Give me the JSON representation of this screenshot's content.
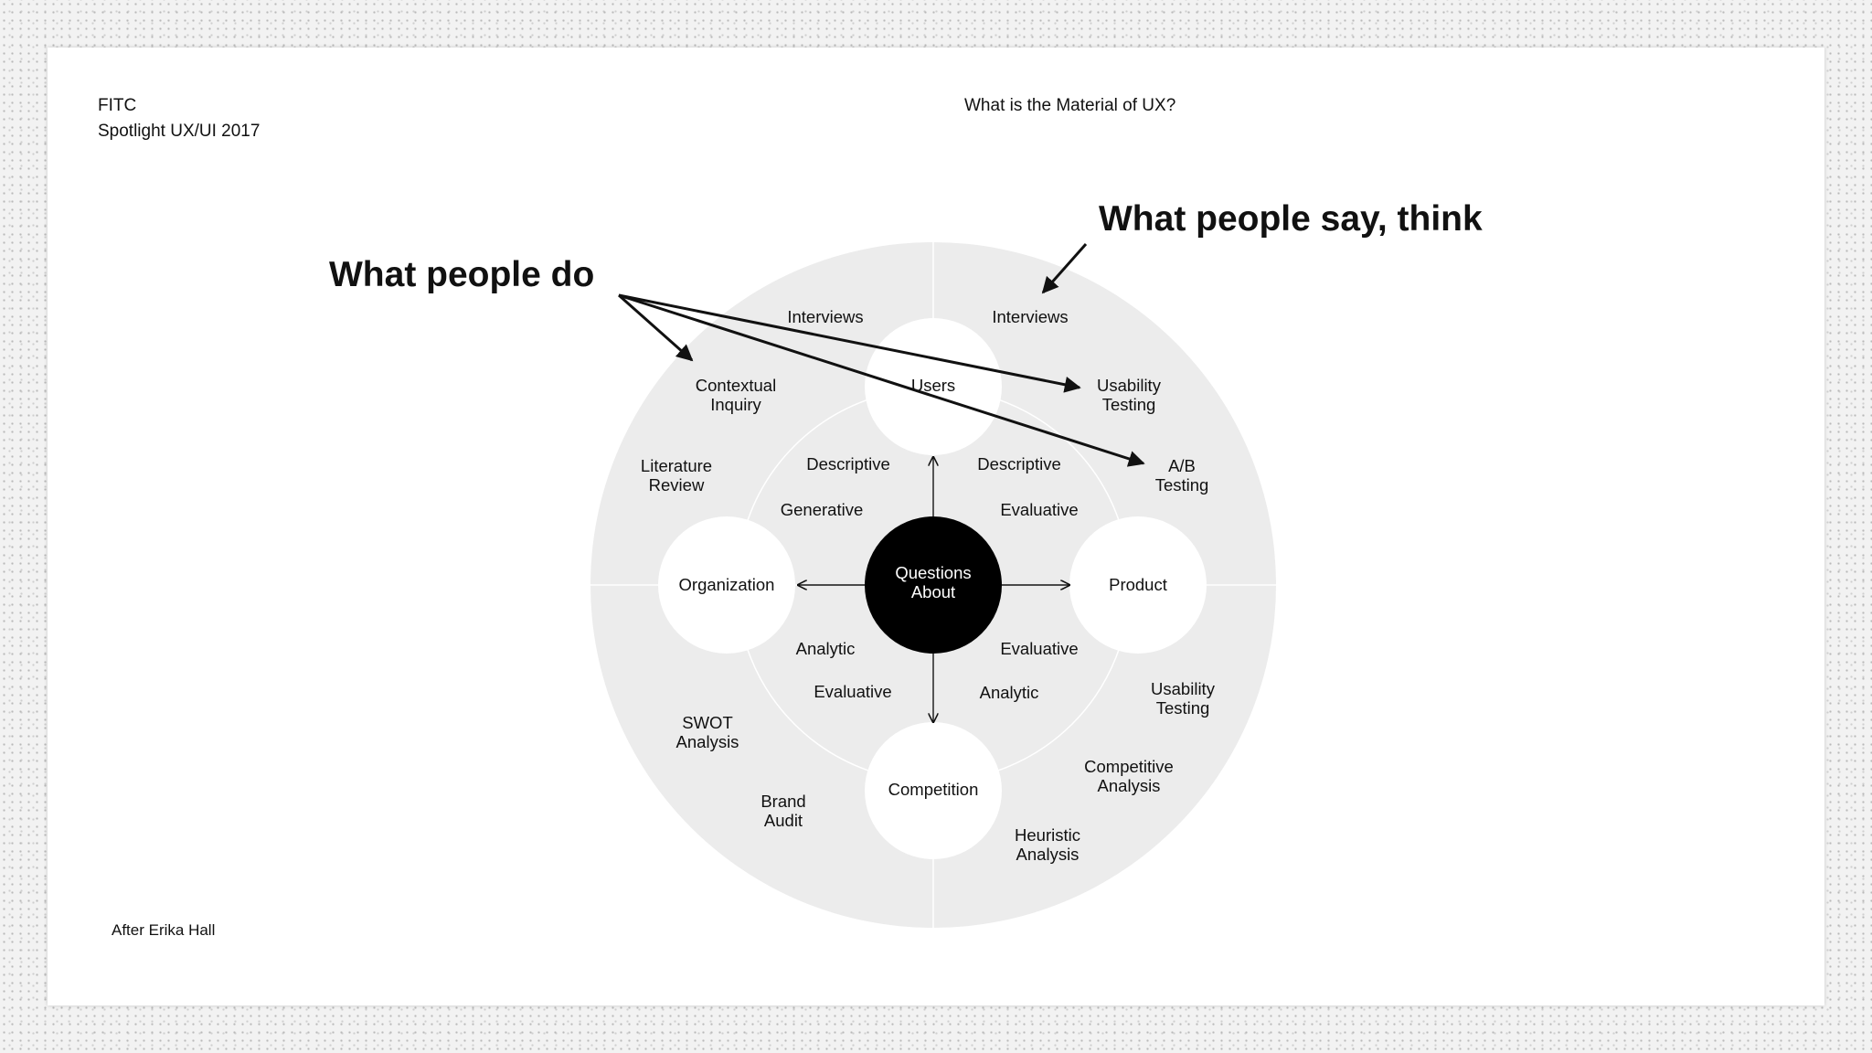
{
  "header": {
    "org": "FITC",
    "event": "Spotlight UX/UI 2017",
    "slide_title": "What is the Material of UX?"
  },
  "footer": {
    "credit": "After Erika Hall"
  },
  "callouts": {
    "do": "What people do",
    "say_think": "What people say, think"
  },
  "diagram": {
    "center": {
      "line1": "Questions",
      "line2": "About"
    },
    "nodes": {
      "users": "Users",
      "organization": "Organization",
      "product": "Product",
      "competition": "Competition"
    },
    "inner_ring": {
      "descriptive_left": "Descriptive",
      "descriptive_right": "Descriptive",
      "generative": "Generative",
      "evaluative_top_right": "Evaluative",
      "analytic_left": "Analytic",
      "evaluative_bottom_right": "Evaluative",
      "evaluative_bottom_left": "Evaluative",
      "analytic_bottom_right": "Analytic"
    },
    "methods": {
      "interviews_left": "Interviews",
      "interviews_right": "Interviews",
      "contextual_inquiry": {
        "line1": "Contextual",
        "line2": "Inquiry"
      },
      "usability_testing_top": {
        "line1": "Usability",
        "line2": "Testing"
      },
      "literature_review": {
        "line1": "Literature",
        "line2": "Review"
      },
      "ab_testing": {
        "line1": "A/B",
        "line2": "Testing"
      },
      "usability_testing_bottom": {
        "line1": "Usability",
        "line2": "Testing"
      },
      "swot_analysis": {
        "line1": "SWOT",
        "line2": "Analysis"
      },
      "competitive_analysis": {
        "line1": "Competitive",
        "line2": "Analysis"
      },
      "brand_audit": {
        "line1": "Brand",
        "line2": "Audit"
      },
      "heuristic_analysis": {
        "line1": "Heuristic",
        "line2": "Analysis"
      }
    }
  },
  "colors": {
    "ring_fill": "#ececec",
    "node_fill": "#ffffff",
    "center_fill": "#000000",
    "text": "#111111"
  }
}
